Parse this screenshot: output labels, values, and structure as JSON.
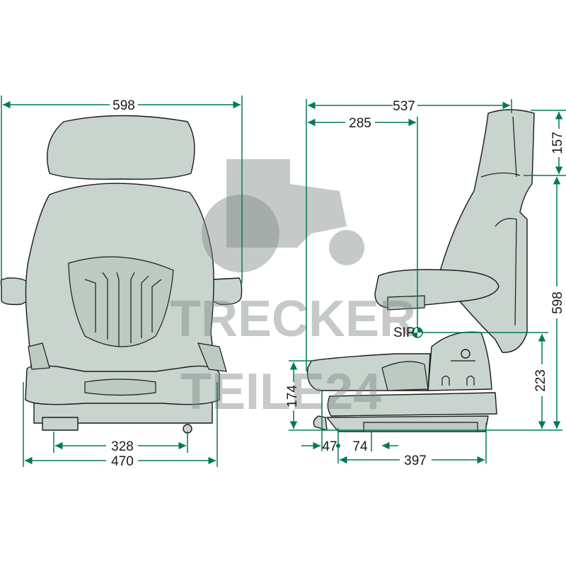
{
  "watermark": {
    "line1": "TRECKER",
    "line2": "TEILE24"
  },
  "front_view": {
    "dimensions": {
      "overall_width": "598",
      "base_width": "470",
      "rail_spacing": "328"
    }
  },
  "side_view": {
    "dimensions": {
      "overall_depth": "537",
      "sip_depth": "285",
      "headrest_height": "157",
      "overall_height": "598",
      "sip_height": "223",
      "cushion_height": "174",
      "front_offset": "47",
      "adjust_travel": "74",
      "rail_length": "397"
    },
    "sip_label": "SIP"
  },
  "colors": {
    "dimension": "#00795a",
    "seat_fill": "#c8d4cd",
    "watermark": "#7f8a85"
  }
}
